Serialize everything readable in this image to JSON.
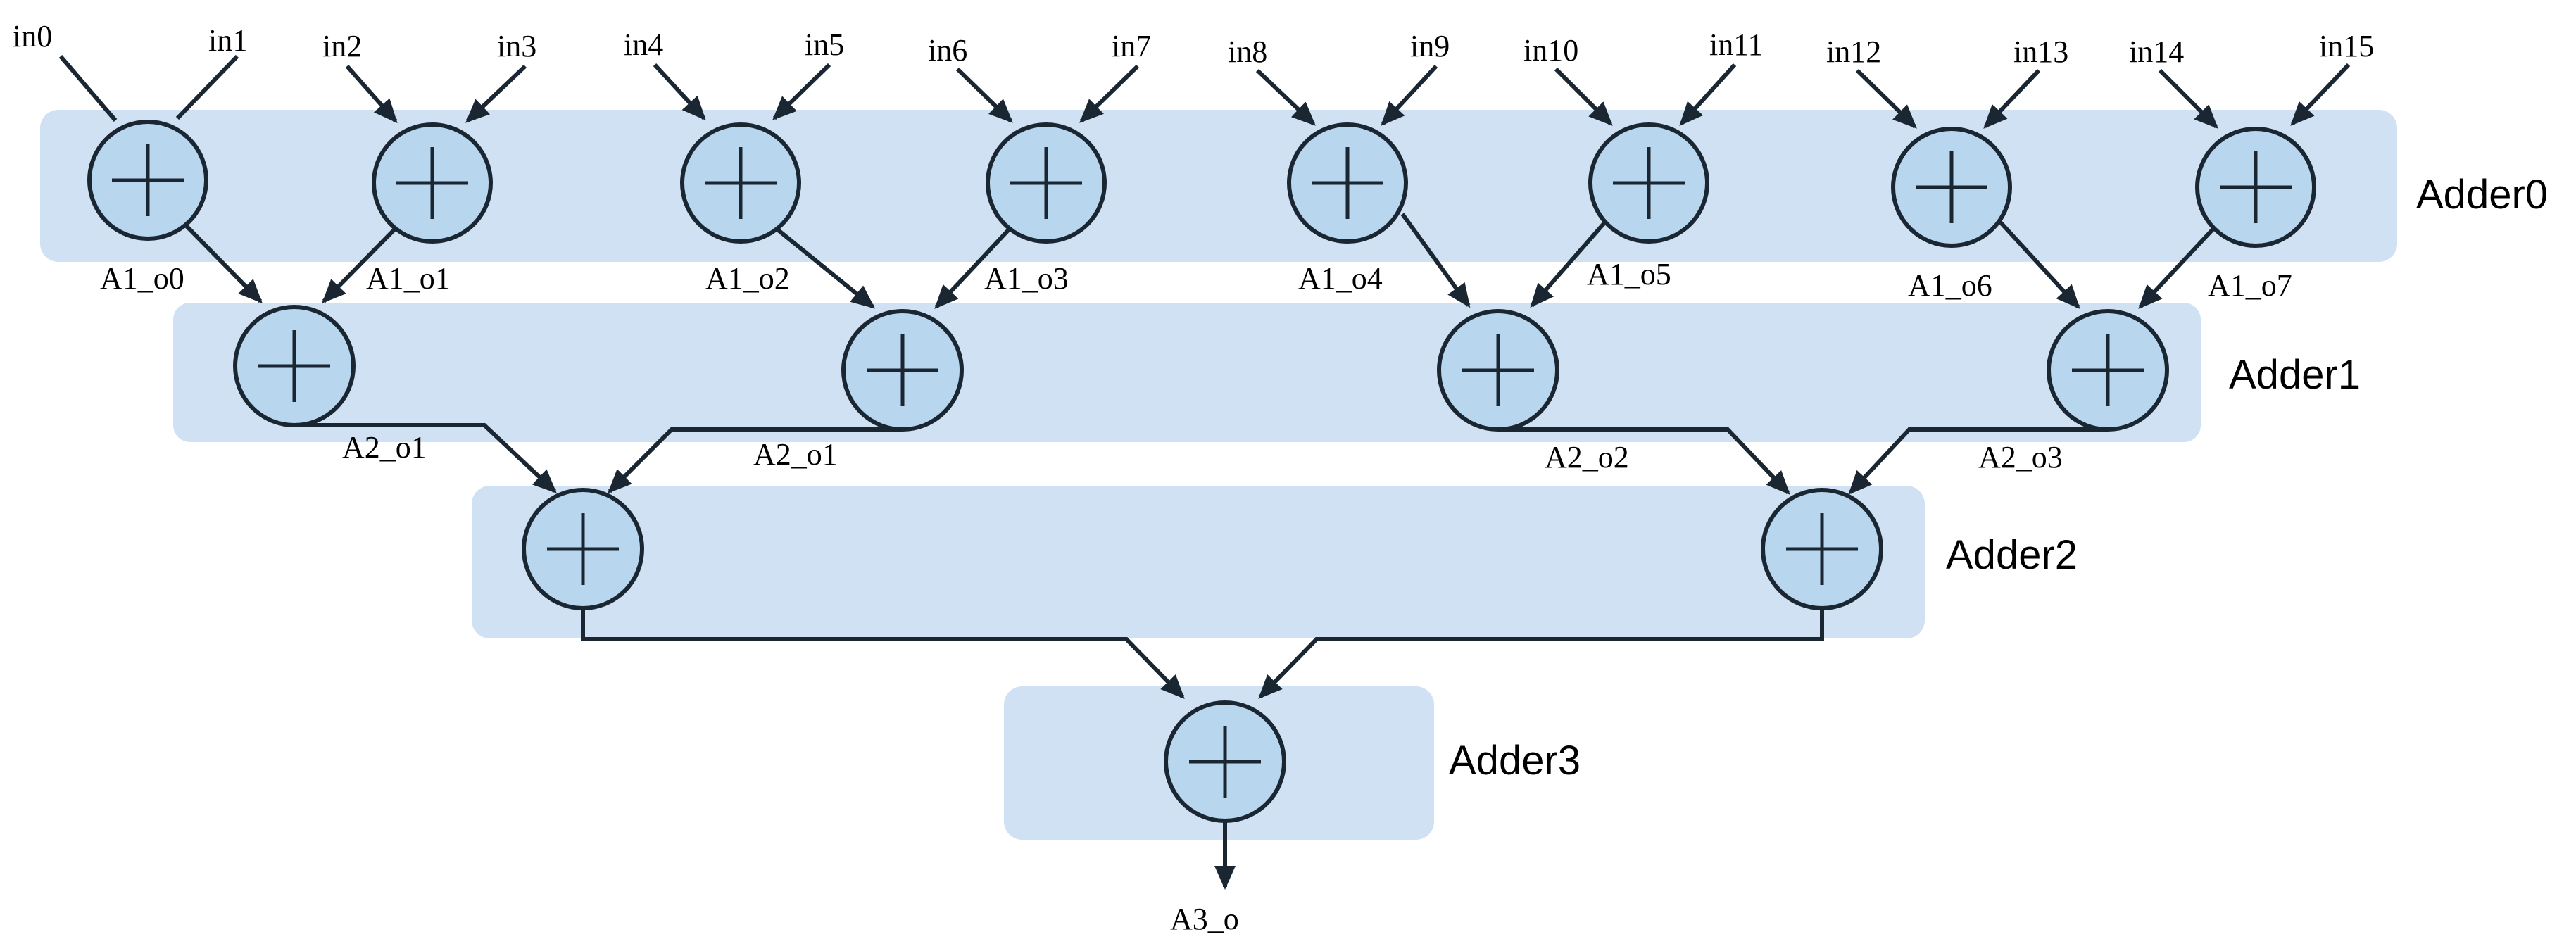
{
  "inputs": [
    "in0",
    "in1",
    "in2",
    "in3",
    "in4",
    "in5",
    "in6",
    "in7",
    "in8",
    "in9",
    "in10",
    "in11",
    "in12",
    "in13",
    "in14",
    "in15"
  ],
  "stages": [
    {
      "label": "Adder0",
      "outputs": [
        "A1_o0",
        "A1_o1",
        "A1_o2",
        "A1_o3",
        "A1_o4",
        "A1_o5",
        "A1_o6",
        "A1_o7"
      ]
    },
    {
      "label": "Adder1",
      "outputs": [
        "A2_o1",
        "A2_o1",
        "A2_o2",
        "A2_o3"
      ]
    },
    {
      "label": "Adder2",
      "outputs": []
    },
    {
      "label": "Adder3",
      "outputs": [
        "A3_o"
      ]
    }
  ],
  "symbol": "+",
  "colors": {
    "stage_fill": "#cfe1f3",
    "adder_fill": "#b9d6ef",
    "stroke": "#1a2733"
  }
}
